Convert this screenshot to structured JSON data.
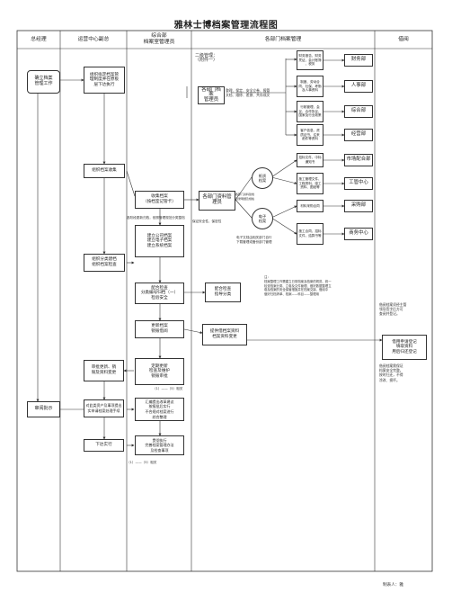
{
  "title": "雅林士博档案管理流程图",
  "columns": [
    "总经理",
    "运营中心副总",
    "综合部\n档案室管理员",
    "各部门档案管理",
    "借阅"
  ],
  "left_flow": {
    "start": "确立档案\n管理工作",
    "approve_review": "审阅批示"
  },
  "deputy": {
    "plan": "组织拟定档案管\n理制度并在原板\n层下达执行",
    "collect_org": "组织档案收集",
    "classify_check": "组织分类建档\n组织档案检查",
    "approve_dispose": "审批更新、销\n毁及资料变更",
    "issue": "下达实行"
  },
  "archivist": {
    "collect": "收集档案\n（按档室记管卡）",
    "collect_note": "各阶段更新归档，依照管理规范分类整档",
    "build_archive": "建立公司档案\n建立电子档案\n建立系统档案",
    "classify_check": "配合检查\n分类编号归档（一）\n检验安全",
    "update": "更新档案\n销毁借阅",
    "change_verify": "定期更新\n检查及维护\n销毁审批",
    "change_note": "（1）——（5）相关",
    "security_note": "保证安全性、保密性",
    "summary": "汇编提出改革建议\n按报批后实行\n不合规对档案进行\n综合整理",
    "exec": "贯彻执行\n完善档案管理办法\n及检查事项",
    "tail_note": "（1）——（5）相关"
  },
  "gm_notes": {
    "report": "对此类资产及事项提出\n实申请档案处理手续"
  },
  "dept_archive": {
    "level_label": "二级管理：\n（附件一）",
    "dept_mgmt": "各部门档案\n管理员",
    "dept_items": "整理、保定、安全立卷、报管\n文档、维修、差旅、共存成文",
    "mid_mgmt": "各部门资料管\n理员",
    "mid_note": "各部门资料建档\n目录明细及规格",
    "cooperate": "配合检查\n指导分类",
    "cooperate_change": "提供借档案资料\n档案资料变更",
    "paper_circle": "纸质\n档案",
    "electronic_circle": "电子\n档案",
    "electronic_note": "电子文档由相关部门自行\n下载管理或备份部门管理",
    "check_note": "注：\n档案整理工作需建立日常档案及档案的规范、统一\n检查档案分类、立卷及文件管理、做好数据整理立\n卷及档案的安全保管措施并在档案交接、借阅中\n做好归档清单、档案——科目——整理用",
    "flow_label_1": "纸质",
    "flow_label_2": "电子",
    "flow_label_3": "电子文档由相关部门自行\n下载管理或备份部门管理",
    "items": [
      "财务报告、财务\n凭证、会计账簿\n、税务",
      "制度、劳动合\n同、社保、考勤\n及人事资料",
      "行政管理、会\n议、合作协议、\n国家及行业政策",
      "客户信息、资\n质证书、往来\n函件等资料",
      "招标文件、中标\n通知书",
      "施工管理文件、\n工程资料、竣工\n资料、图纸等",
      "材料采购合同",
      "施工合同、招标\n文件、结算书等"
    ]
  },
  "departments": [
    "财务部",
    "人事部",
    "综合部",
    "经营部",
    "市场配合部",
    "工管中心",
    "采购部",
    "商务中心"
  ],
  "borrow": {
    "apply": "借用申请登记\n填取资料\n用后归还登记",
    "note_top": "借阅档案须经主管\n领导签字后方可\n查阅并登记。",
    "note_bottom": "借阅档案需保证\n档案安全完整，\n按时归还，不得\n涂改、损坏。"
  },
  "footer": "制表人：雅"
}
